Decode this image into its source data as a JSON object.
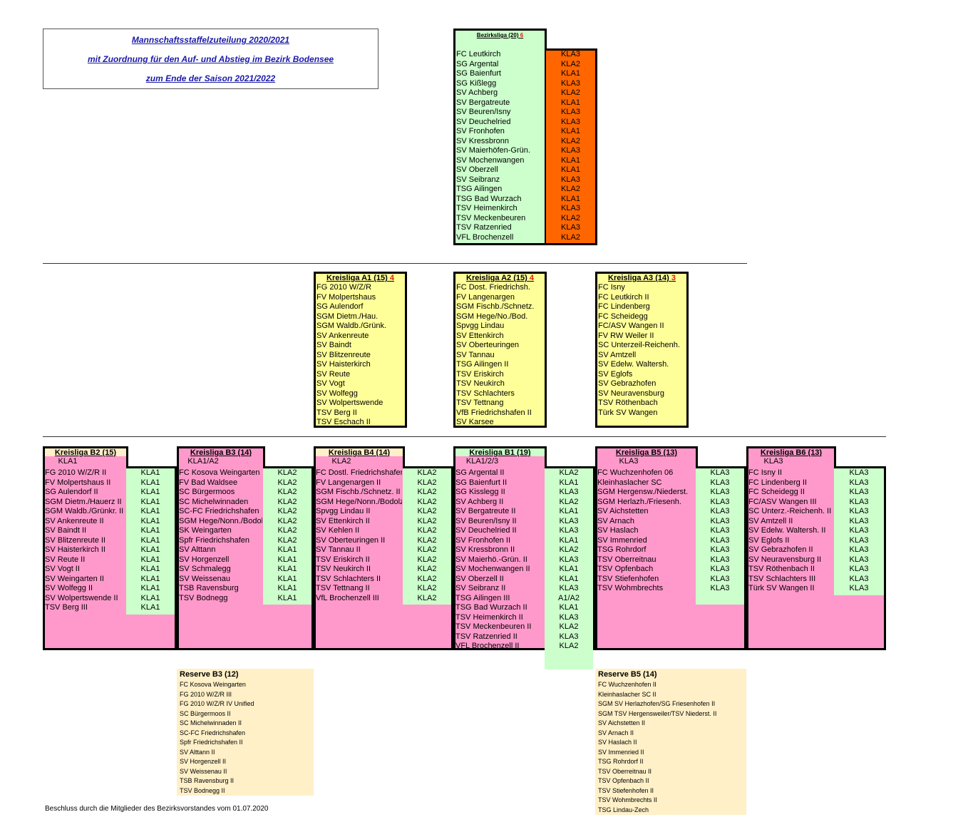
{
  "title_lines": [
    "Mannschaftsstaffelzuteilung 2020/2021",
    "mit Zuordnung für den Auf- und Abstieg im Bezirk Bodensee",
    "zum Ende der Saison 2021/2022"
  ],
  "colors": {
    "green": "#ccffcc",
    "orange": "#ff6600",
    "yellow": "#ffff99",
    "pink": "#ff99cc",
    "cream": "#fff0c8",
    "title_blue": "#1a1aa8",
    "red": "#e02000"
  },
  "bezirksliga": {
    "title": "Bezirksliga (20)",
    "count": "6",
    "teams": [
      {
        "name": "FC Leutkirch",
        "kla": "KLA3"
      },
      {
        "name": "SG Argental",
        "kla": "KLA2"
      },
      {
        "name": "SG Baienfurt",
        "kla": "KLA1"
      },
      {
        "name": "SG Kißlegg",
        "kla": "KLA3"
      },
      {
        "name": "SV Achberg",
        "kla": "KLA2"
      },
      {
        "name": "SV Bergatreute",
        "kla": "KLA1"
      },
      {
        "name": "SV Beuren/Isny",
        "kla": "KLA3"
      },
      {
        "name": "SV Deuchelried",
        "kla": "KLA3"
      },
      {
        "name": "SV Fronhofen",
        "kla": "KLA1"
      },
      {
        "name": "SV Kressbronn",
        "kla": "KLA2"
      },
      {
        "name": "SV Maierhöfen-Grün.",
        "kla": "KLA3"
      },
      {
        "name": "SV Mochenwangen",
        "kla": "KLA1"
      },
      {
        "name": "SV Oberzell",
        "kla": "KLA1"
      },
      {
        "name": "SV Seibranz",
        "kla": "KLA3"
      },
      {
        "name": "TSG Ailingen",
        "kla": "KLA2"
      },
      {
        "name": "TSG Bad Wurzach",
        "kla": "KLA1"
      },
      {
        "name": "TSV Heimenkirch",
        "kla": "KLA3"
      },
      {
        "name": "TSV Meckenbeuren",
        "kla": "KLA2"
      },
      {
        "name": "TSV Ratzenried",
        "kla": "KLA3"
      },
      {
        "name": "VFL Brochenzell",
        "kla": "KLA2"
      }
    ]
  },
  "kreisliga_a": [
    {
      "title": "Kreisliga A1 (15)",
      "count": "4",
      "teams": [
        "FG 2010 W/Z/R",
        "FV Molpertshaus",
        "SG Aulendorf",
        "SGM Dietm./Hau.",
        "SGM Waldb./Grünk.",
        "SV Ankenreute",
        "SV Baindt",
        "SV Blitzenreute",
        "SV Haisterkirch",
        "SV Reute",
        "SV Vogt",
        "SV Wolfegg",
        "SV Wolpertswende",
        "TSV Berg II",
        "TSV Eschach II"
      ]
    },
    {
      "title": "Kreisliga A2 (15)",
      "count": "4",
      "teams": [
        "FC Dost. Friedrichsh.",
        "FV Langenargen",
        "SGM Fischb./Schnetz.",
        "SGM Hege/No./Bod.",
        "Spvgg Lindau",
        "SV Ettenkirch",
        "SV Oberteuringen",
        "SV Tannau",
        "TSG Ailingen II",
        "TSV Eriskirch",
        "TSV Neukirch",
        "TSV Schlachters",
        "TSV Tettnang",
        "VfB Friedrichshafen II",
        "SV Karsee"
      ]
    },
    {
      "title": "Kreisliga A3 (14)",
      "count": "3",
      "teams": [
        "FC Isny",
        "FC Leutkirch II",
        "FC Lindenberg",
        "FC Scheidegg",
        "FC/ASV Wangen II",
        "FV RW Weiler II",
        "SC Unterzeil-Reichenh.",
        "SV Amtzell",
        "SV Edelw. Waltersh.",
        "SV Eglofs",
        "SV Gebrazhofen",
        "SV Neuravensburg",
        "TSV Röthenbach",
        "Türk SV Wangen"
      ]
    }
  ],
  "kreisliga_b": [
    {
      "title": "Kreisliga B2 (15)",
      "sub": "KLA1",
      "teams": [
        {
          "name": "FG 2010 W/Z/R II",
          "kla": "KLA1"
        },
        {
          "name": "FV Molpertshaus II",
          "kla": "KLA1"
        },
        {
          "name": "SG Aulendorf II",
          "kla": "KLA1"
        },
        {
          "name": "SGM Dietm./Hauerz II",
          "kla": "KLA1"
        },
        {
          "name": "SGM Waldb./Grünkr. II",
          "kla": "KLA1"
        },
        {
          "name": "SV Ankenreute II",
          "kla": "KLA1"
        },
        {
          "name": "SV Baindt II",
          "kla": "KLA1"
        },
        {
          "name": "SV Blitzenreute II",
          "kla": "KLA1"
        },
        {
          "name": "SV Haisterkirch II",
          "kla": "KLA1"
        },
        {
          "name": "SV Reute II",
          "kla": "KLA1"
        },
        {
          "name": "SV Vogt II",
          "kla": "KLA1"
        },
        {
          "name": "SV Weingarten II",
          "kla": "KLA1"
        },
        {
          "name": "SV Wolfegg II",
          "kla": "KLA1"
        },
        {
          "name": "SV Wolpertswende II",
          "kla": "KLA1"
        },
        {
          "name": "TSV Berg III",
          "kla": "KLA1"
        }
      ]
    },
    {
      "title": "Kreisliga B3 (14)",
      "sub": "KLA1/A2",
      "teams": [
        {
          "name": "FC Kosova Weingarten",
          "kla": "KLA2"
        },
        {
          "name": "FV Bad Waldsee",
          "kla": "KLA2"
        },
        {
          "name": "SC Bürgermoos",
          "kla": "KLA2"
        },
        {
          "name": "SC Michelwinnaden",
          "kla": "KLA2"
        },
        {
          "name": "SC-FC Friedrichshafen",
          "kla": "KLA2"
        },
        {
          "name": "SGM Hege/Nonn./Bodolz",
          "kla": "KLA2"
        },
        {
          "name": "SK Weingarten",
          "kla": "KLA2"
        },
        {
          "name": "Spfr Friedrichshafen",
          "kla": "KLA2"
        },
        {
          "name": "SV Alttann",
          "kla": "KLA1"
        },
        {
          "name": "SV Horgenzell",
          "kla": "KLA1"
        },
        {
          "name": "SV Schmalegg",
          "kla": "KLA1"
        },
        {
          "name": "SV Weissenau",
          "kla": "KLA1"
        },
        {
          "name": "TSB Ravensburg",
          "kla": "KLA1"
        },
        {
          "name": "TSV Bodnegg",
          "kla": "KLA1"
        }
      ]
    },
    {
      "title": "Kreisliga B4 (14)",
      "sub": "KLA2",
      "teams": [
        {
          "name": "FC Dostl. Friedrichshafen",
          "kla": "KLA2"
        },
        {
          "name": "FV Langenargen II",
          "kla": "KLA2"
        },
        {
          "name": "SGM Fischb./Schnetz. II",
          "kla": "KLA2"
        },
        {
          "name": "SGM Hege/Nonn./Bodolz",
          "kla": "KLA2"
        },
        {
          "name": "Spvgg Lindau II",
          "kla": "KLA2"
        },
        {
          "name": "SV Ettenkirch II",
          "kla": "KLA2"
        },
        {
          "name": "SV Kehlen II",
          "kla": "KLA2"
        },
        {
          "name": "SV Oberteuringen II",
          "kla": "KLA2"
        },
        {
          "name": "SV Tannau II",
          "kla": "KLA2"
        },
        {
          "name": "TSV Eriskirch II",
          "kla": "KLA2"
        },
        {
          "name": "TSV Neukirch II",
          "kla": "KLA2"
        },
        {
          "name": "TSV Schlachters II",
          "kla": "KLA2"
        },
        {
          "name": "TSV Tettnang II",
          "kla": "KLA2"
        },
        {
          "name": "VfL Brochenzell III",
          "kla": "KLA2"
        }
      ]
    },
    {
      "title": "Kreisliga B1 (19)",
      "sub": "KLA1/2/3",
      "teams": [
        {
          "name": "SG Argental II",
          "kla": "KLA2"
        },
        {
          "name": "SG Baienfurt II",
          "kla": "KLA1"
        },
        {
          "name": "SG Kisslegg II",
          "kla": "KLA3"
        },
        {
          "name": "SV Achberg II",
          "kla": "KLA2"
        },
        {
          "name": "SV Bergatreute II",
          "kla": "KLA1"
        },
        {
          "name": "SV Beuren/Isny II",
          "kla": "KLA3"
        },
        {
          "name": "SV Deuchelried II",
          "kla": "KLA3"
        },
        {
          "name": "SV Fronhofen II",
          "kla": "KLA1"
        },
        {
          "name": "SV Kressbronn II",
          "kla": "KLA2"
        },
        {
          "name": "SV Maierhö.-Grün. II",
          "kla": "KLA3"
        },
        {
          "name": "SV Mochenwangen II",
          "kla": "KLA1"
        },
        {
          "name": "SV Oberzell II",
          "kla": "KLA1"
        },
        {
          "name": "SV Seibranz II",
          "kla": "KLA3"
        },
        {
          "name": "TSG Ailingen III",
          "kla": "A1/A2"
        },
        {
          "name": "TSG Bad Wurzach II",
          "kla": "KLA1"
        },
        {
          "name": "TSV Heimenkirch II",
          "kla": "KLA3"
        },
        {
          "name": "TSV Meckenbeuren II",
          "kla": "KLA2"
        },
        {
          "name": "TSV Ratzenried II",
          "kla": "KLA3"
        },
        {
          "name": "VFL Brochenzell II",
          "kla": "KLA2"
        }
      ]
    },
    {
      "title": "Kreisliga B5 (13)",
      "sub": "KLA3",
      "teams": [
        {
          "name": "FC Wuchzenhofen 06",
          "kla": "KLA3"
        },
        {
          "name": "Kleinhaslacher SC",
          "kla": "KLA3"
        },
        {
          "name": "SGM Hergensw./Niederst.",
          "kla": "KLA3"
        },
        {
          "name": "SGM Herlazh./Friesenh.",
          "kla": "KLA3"
        },
        {
          "name": "SV Aichstetten",
          "kla": "KLA3"
        },
        {
          "name": "SV Arnach",
          "kla": "KLA3"
        },
        {
          "name": "SV Haslach",
          "kla": "KLA3"
        },
        {
          "name": "SV Immenried",
          "kla": "KLA3"
        },
        {
          "name": "TSG Rohrdorf",
          "kla": "KLA3"
        },
        {
          "name": "TSV Oberreitnau",
          "kla": "KLA3"
        },
        {
          "name": "TSV Opfenbach",
          "kla": "KLA3"
        },
        {
          "name": "TSV Stiefenhofen",
          "kla": "KLA3"
        },
        {
          "name": "TSV Wohmbrechts",
          "kla": "KLA3"
        }
      ]
    },
    {
      "title": "Kreisliga B6 (13)",
      "sub": "KLA3",
      "teams": [
        {
          "name": "FC Isny II",
          "kla": "KLA3"
        },
        {
          "name": "FC Lindenberg II",
          "kla": "KLA3"
        },
        {
          "name": "FC Scheidegg II",
          "kla": "KLA3"
        },
        {
          "name": "FC/ASV Wangen III",
          "kla": "KLA3"
        },
        {
          "name": "SC Unterz.-Reichenh. II",
          "kla": "KLA3"
        },
        {
          "name": "SV Amtzell II",
          "kla": "KLA3"
        },
        {
          "name": "SV Edelw. Waltersh. II",
          "kla": "KLA3"
        },
        {
          "name": "SV Eglofs II",
          "kla": "KLA3"
        },
        {
          "name": "SV Gebrazhofen II",
          "kla": "KLA3"
        },
        {
          "name": "SV Neuravensburg II",
          "kla": "KLA3"
        },
        {
          "name": "TSV Röthenbach II",
          "kla": "KLA3"
        },
        {
          "name": "TSV Schlachters III",
          "kla": "KLA3"
        },
        {
          "name": "Türk SV Wangen II",
          "kla": "KLA3"
        }
      ]
    }
  ],
  "reserves": [
    {
      "title": "Reserve B3 (12)",
      "teams": [
        "FC Kosova Weingarten",
        "FG 2010 W/Z/R III",
        "FG 2010 W/Z/R IV Unified",
        "SC Bürgermoos II",
        "SC Michelwinnaden II",
        "SC-FC Friedrichshafen",
        "Spfr Friedrichshafen II",
        "SV Alttann II",
        "SV Horgenzell II",
        "SV Weissenau II",
        "TSB Ravensburg II",
        "TSV Bodnegg II"
      ]
    },
    {
      "title": "Reserve B5 (14)",
      "teams": [
        "FC Wuchzenhofen II",
        "Kleinhaslacher SC II",
        "SGM SV Herlazhofen/SG Friesenhofen II",
        "SGM TSV Hergensweiler/TSV Niederst. II",
        "SV Aichstetten II",
        "SV Arnach II",
        "SV Haslach II",
        "SV Immenried II",
        "TSG Rohrdorf II",
        "TSV Oberreitnau II",
        "TSV Opfenbach II",
        "TSV Stiefenhofen II",
        "TSV Wohmbrechts II",
        "TSG Lindau-Zech"
      ]
    }
  ],
  "footer": "Beschluss durch die Mitglieder des Bezirksvorstandes vom 01.07.2020"
}
